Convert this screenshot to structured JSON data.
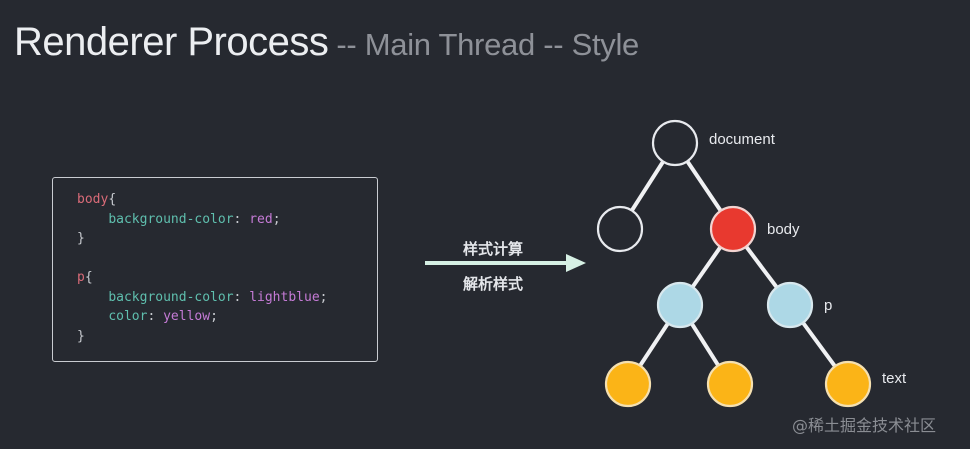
{
  "title": {
    "main": "Renderer Process",
    "sub": "-- Main Thread -- Style"
  },
  "code_block": {
    "rules": [
      {
        "selector": "body",
        "declarations": [
          {
            "property": "background-color",
            "value": "red"
          }
        ]
      },
      {
        "selector": "p",
        "declarations": [
          {
            "property": "background-color",
            "value": "lightblue"
          },
          {
            "property": "color",
            "value": "yellow"
          }
        ]
      }
    ],
    "open_brace": "{",
    "close_brace": "}",
    "colon": ":",
    "semicolon": ";"
  },
  "arrow": {
    "label_top": "样式计算",
    "label_bottom": "解析样式",
    "color": "#d6f0e4"
  },
  "tree": {
    "nodes": [
      {
        "id": "document",
        "label": "document",
        "fill": "none",
        "stroke": "#e8eaee"
      },
      {
        "id": "left-child",
        "label": "",
        "fill": "none",
        "stroke": "#e8eaee"
      },
      {
        "id": "body",
        "label": "body",
        "fill": "#e8392f",
        "stroke": "#f2d3d0"
      },
      {
        "id": "p-left",
        "label": "",
        "fill": "#add8e6",
        "stroke": "#d8e8ee"
      },
      {
        "id": "p-right",
        "label": "p",
        "fill": "#add8e6",
        "stroke": "#d8e8ee"
      },
      {
        "id": "text-1",
        "label": "",
        "fill": "#fbb417",
        "stroke": "#f5e0b0"
      },
      {
        "id": "text-2",
        "label": "",
        "fill": "#fbb417",
        "stroke": "#f5e0b0"
      },
      {
        "id": "text-3",
        "label": "text",
        "fill": "#fbb417",
        "stroke": "#f5e0b0"
      }
    ],
    "edges": [
      [
        "document",
        "left-child"
      ],
      [
        "document",
        "body"
      ],
      [
        "body",
        "p-left"
      ],
      [
        "body",
        "p-right"
      ],
      [
        "p-left",
        "text-1"
      ],
      [
        "p-left",
        "text-2"
      ],
      [
        "p-right",
        "text-3"
      ]
    ]
  },
  "watermark": "@稀土掘金技术社区"
}
